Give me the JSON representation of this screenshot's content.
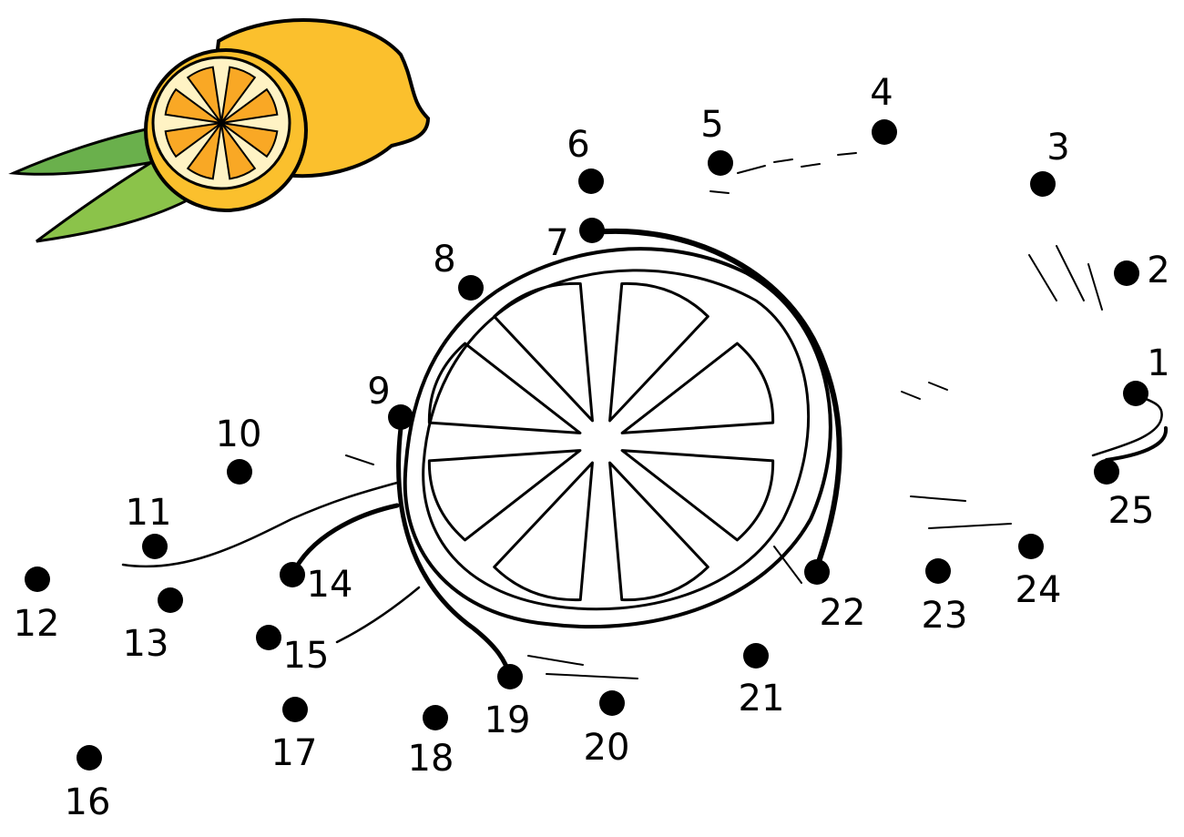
{
  "puzzle": {
    "dot_labels": [
      "1",
      "2",
      "3",
      "4",
      "5",
      "6",
      "7",
      "8",
      "9",
      "10",
      "11",
      "12",
      "13",
      "14",
      "15",
      "16",
      "17",
      "18",
      "19",
      "20",
      "21",
      "22",
      "23",
      "24",
      "25"
    ]
  },
  "colors": {
    "lemon_peel": "#fbc02d",
    "lemon_flesh": "#f9a825",
    "lemon_pith": "#fff3c4",
    "leaf": "#6ab04c",
    "ink": "#000000"
  }
}
